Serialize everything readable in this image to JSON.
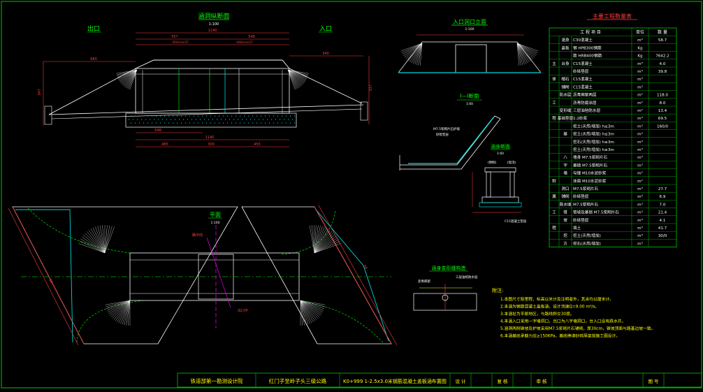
{
  "colors": {
    "background": "#000000",
    "frame": "#00c800",
    "line": "#ffffff",
    "dim": "#ff3c3c",
    "text_red": "#ff3c3c",
    "title": "#00ff00",
    "hatch": "#00d7d7",
    "yellow": "#ffff00",
    "magenta": "#ff00ff",
    "table_text": "#ffffff"
  },
  "views": {
    "longitudinal": {
      "title": "涵洞纵断面",
      "scale": "1:100",
      "outlet_label": "出口",
      "inlet_label": "入口",
      "dims": {
        "total_top": "1140",
        "left_span": "557",
        "right_span": "548",
        "slope_left": "450/cos37",
        "slope_right": "440/cos37",
        "left_ext": "680",
        "right_ext": "340",
        "h_left": "347",
        "h_right": "337",
        "bottom_left": "548",
        "bottom_total": "1140",
        "b_left": "485",
        "b_mid": "300",
        "b_right": "455"
      }
    },
    "inlet_elevation": {
      "title": "入口洞口立面",
      "scale": "1:100"
    },
    "section_11": {
      "title": "I—I断面",
      "scale": "1:60",
      "note": "M7.5浆砌片石护坡",
      "note2": "砂砾垫层"
    },
    "culvert_section": {
      "title": "涵身断面",
      "scale": "1:60",
      "left_label": "(预制)",
      "right_label": "(现浇)",
      "note": "C15混凝土垫层"
    },
    "plan": {
      "title": "平面",
      "scale": "1:100",
      "label_inlet": "路中线",
      "label_outlet": "出口中",
      "dim_left": "58",
      "dim_right": "58"
    },
    "joint": {
      "title": "涵身变形缝构造",
      "note1": "沥青麻絮",
      "note2": "三层油毡防水层"
    }
  },
  "table": {
    "title": "主要工程数量表",
    "headers": [
      "工 程 项 目",
      "单位",
      "数 量"
    ],
    "rows": [
      {
        "group": "",
        "sub": "涵身",
        "item": "C30混凝土",
        "unit": "m³",
        "qty": "58.7"
      },
      {
        "group": "",
        "sub": "盖板",
        "item": "钢 HPB300钢筋",
        "unit": "Kg",
        "qty": ""
      },
      {
        "group": "",
        "sub": "",
        "item": "筋 HRB400钢筋",
        "unit": "Kg",
        "qty": "7642.2"
      },
      {
        "group": "主",
        "sub": "台身",
        "item": "C15混凝土",
        "unit": "m³",
        "qty": "4.0"
      },
      {
        "group": "",
        "sub": "",
        "item": "砂砾垫层",
        "unit": "m³",
        "qty": "39.8"
      },
      {
        "group": "体",
        "sub": "帽石",
        "item": "C15混凝土",
        "unit": "m³",
        "qty": ""
      },
      {
        "group": "",
        "sub": "铺砌",
        "item": "C15混凝土",
        "unit": "m³",
        "qty": ""
      },
      {
        "group": "",
        "sub": "防水层",
        "item": "沥青麻絮两层",
        "unit": "m²",
        "qty": "118.0"
      },
      {
        "group": "工",
        "sub": "",
        "item": "沥青防腐涂层",
        "unit": "m²",
        "qty": "8.0"
      },
      {
        "group": "",
        "sub": "变形缝",
        "item": "三层油毡防水层",
        "unit": "m²",
        "qty": "13.4"
      },
      {
        "group": "程",
        "sub": "基础垫层",
        "item": "1:2砂浆",
        "unit": "m³",
        "qty": "69.5"
      },
      {
        "group": "",
        "sub": "",
        "item": "挖土(天然/增加) h≤3m",
        "unit": "m³",
        "qty": "160/0"
      },
      {
        "group": "",
        "sub": "基",
        "item": "挖土(天然/增加) h≤3m",
        "unit": "m³",
        "qty": ""
      },
      {
        "group": "",
        "sub": "",
        "item": "挖石(天然/增加) h≤3m",
        "unit": "m³",
        "qty": ""
      },
      {
        "group": "",
        "sub": "",
        "item": "挖土(天然/增加) h≤3m",
        "unit": "m³",
        "qty": ""
      },
      {
        "group": "",
        "sub": "八",
        "item": "墙身 M7.5浆砌片石",
        "unit": "m³",
        "qty": ""
      },
      {
        "group": "",
        "sub": "字",
        "item": "基础 M7.5浆砌片石",
        "unit": "m³",
        "qty": ""
      },
      {
        "group": "",
        "sub": "墙",
        "item": "勾缝 M10水泥砂浆",
        "unit": "m²",
        "qty": ""
      },
      {
        "group": "附",
        "sub": "",
        "item": "抹面 M10水泥砂浆",
        "unit": "m²",
        "qty": ""
      },
      {
        "group": "",
        "sub": "洞口",
        "item": "M7.5浆砌片石",
        "unit": "m³",
        "qty": "27.7"
      },
      {
        "group": "属",
        "sub": "铺砌",
        "item": "砂砾垫层",
        "unit": "m³",
        "qty": "6.9"
      },
      {
        "group": "",
        "sub": "跌水墙",
        "item": "M7.5浆砌片石",
        "unit": "m³",
        "qty": "7.0"
      },
      {
        "group": "工",
        "sub": "锥",
        "item": "锥坡及基础 M7.5浆砌片石",
        "unit": "m³",
        "qty": "21.4"
      },
      {
        "group": "",
        "sub": "坡",
        "item": "砂砾垫层",
        "unit": "m³",
        "qty": "4.1"
      },
      {
        "group": "程",
        "sub": "",
        "item": "填土",
        "unit": "m³",
        "qty": "41.7"
      },
      {
        "group": "",
        "sub": "挖",
        "item": "挖土(天然/增加)",
        "unit": "m³",
        "qty": "30/0"
      },
      {
        "group": "",
        "sub": "方",
        "item": "挖石(天然/增加)",
        "unit": "m³",
        "qty": ""
      }
    ]
  },
  "notes": {
    "heading": "附注:",
    "lines": [
      "1.本图尺寸除里程、标高以米计及注明者外，其余均以厘米计。",
      "2.本涵为钢筋混凝土盖板涵，设计流速Q=9.00 m³/s。",
      "3.本涵址为平原地区，与路线斜交30度。",
      "4.本涵入口采用一字墙洞口，出口为八字墙洞口，台入口设有跌水井。",
      "5.涵洞两侧锥坡及护坡采用M7.5浆砌片石铺砌，厚30cm，锥坡顶面与路基边坡一致。",
      "6.本涵基底承载力应≥150KPa，基底换填砂砾厚度按施工图设计。"
    ]
  },
  "titleblock": {
    "org": "铁道部第一勘测设计院",
    "project": "红门子至岭子头三级公路",
    "drawing": "K0+999 1-2.5x3.0米钢筋混凝土盖板涵布置图",
    "design": "设 计",
    "check": "复 核",
    "review": "审 核",
    "sheet": "图 号"
  }
}
